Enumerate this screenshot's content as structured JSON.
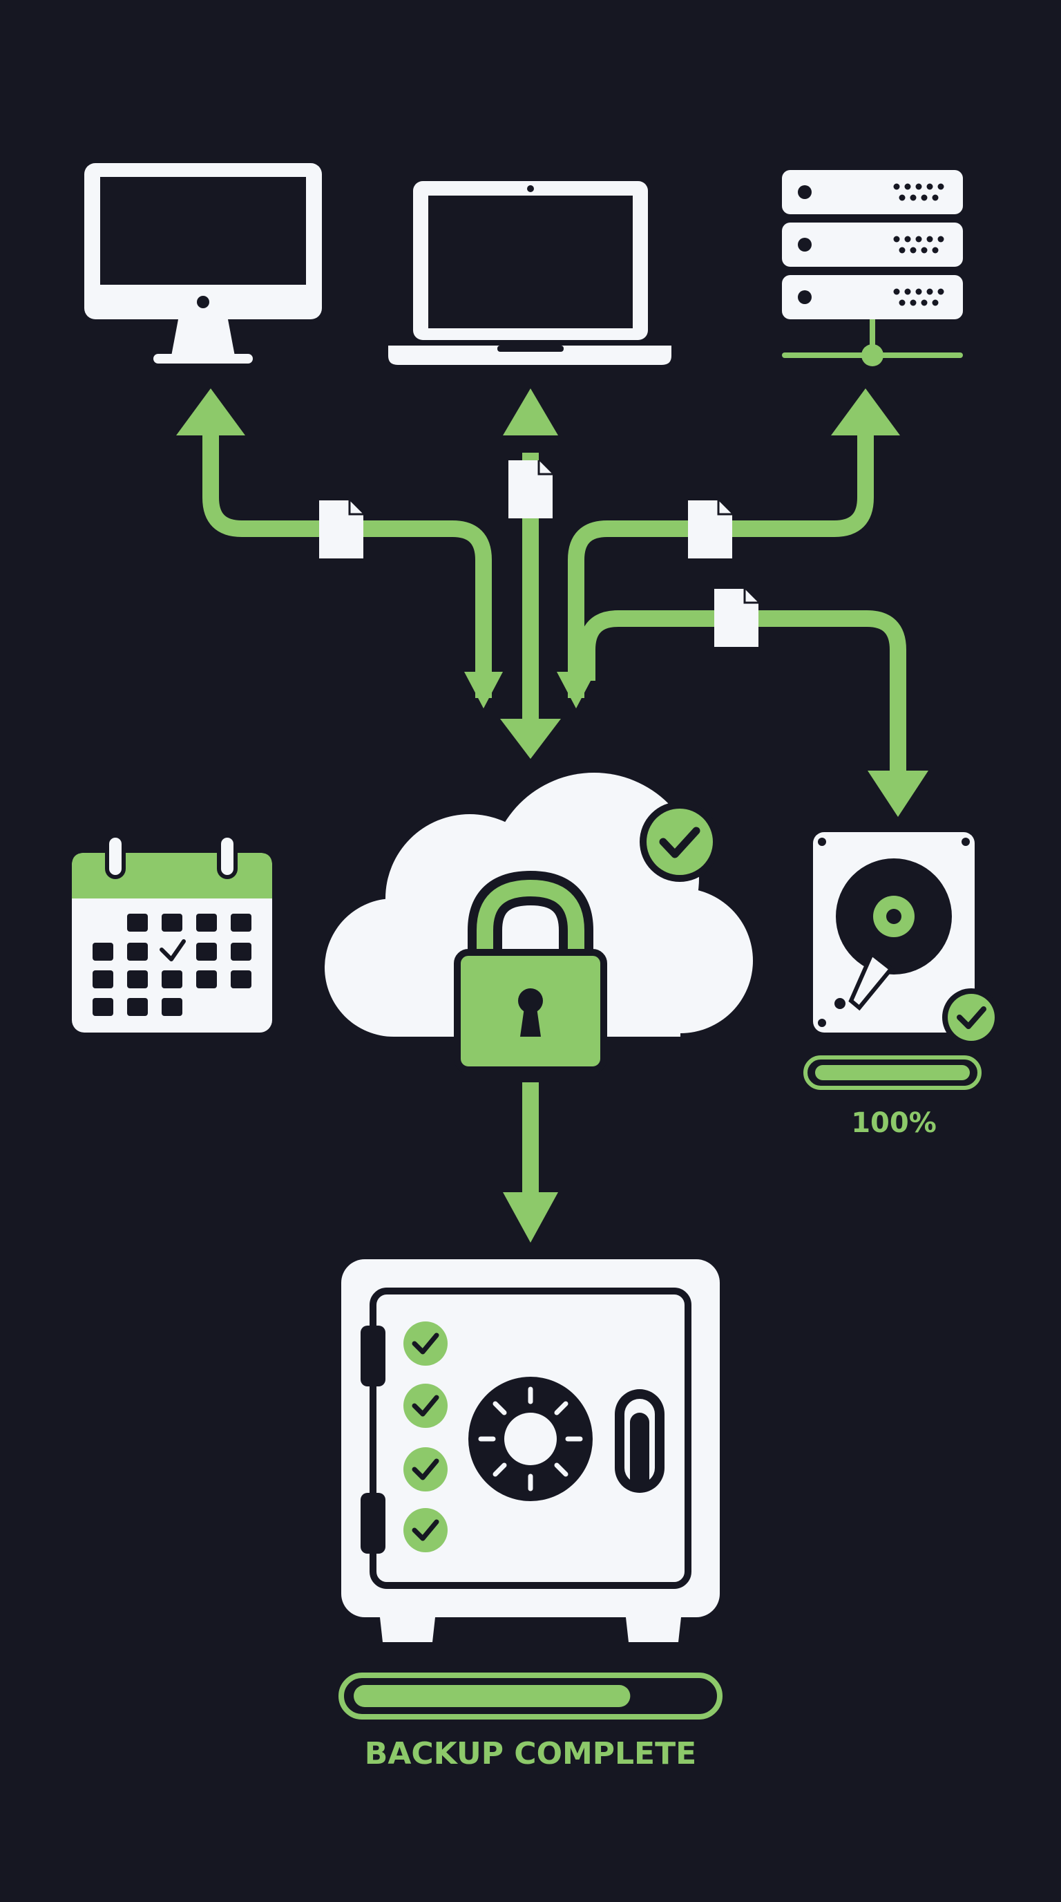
{
  "colors": {
    "background": "#161722",
    "accent": "#8dc96a",
    "icon": "#f5f7fa",
    "dark": "#161722"
  },
  "icons": {
    "sources": [
      "desktop-monitor-icon",
      "laptop-icon",
      "server-rack-icon"
    ],
    "scheduler": "calendar-icon",
    "cloud": "cloud-lock-icon",
    "drive": "hard-drive-icon",
    "vault": "safe-icon"
  },
  "drive": {
    "progress_label": "100%",
    "progress": 1.0
  },
  "vault": {
    "status_label": "BACKUP COMPLETE",
    "progress": 0.77,
    "checks": 4
  }
}
